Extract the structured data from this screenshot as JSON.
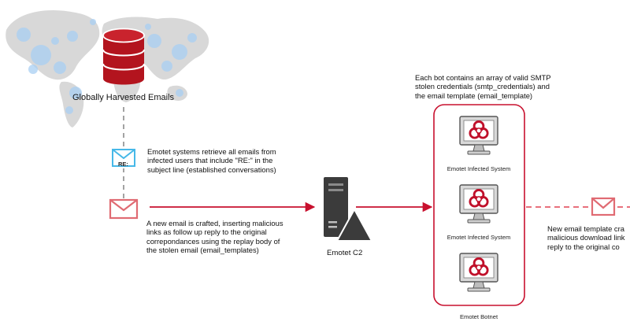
{
  "harvest": {
    "title": "Globally Harvested Emails"
  },
  "retrieve": {
    "re_tag": "RE:",
    "text": "Emotet systems retrieve all emails from\ninfected users that include \"RE:\" in the\nsubject line (established conversations)"
  },
  "craft": {
    "text": "A new email is crafted, inserting malicious\nlinks as follow up reply to the original\ncorrepondances using the replay body of\nthe stolen email (email_templates)"
  },
  "c2": {
    "label": "Emotet C2"
  },
  "botnet": {
    "note": "Each bot contains an array of valid SMTP\nstolen credentials (smtp_credentials) and\nthe email template (email_template)",
    "systems": [
      "Emotet Infected System",
      "Emotet Infected System"
    ],
    "label": "Emotet Botnet"
  },
  "outgoing": {
    "text": "New email template cra\nmalicious download link\nreply to the original co"
  },
  "colors": {
    "red": "#c8102e",
    "dashed_red": "#e04050",
    "envelope_red": "#e06b73",
    "envelope_blue": "#46b8e8",
    "db_red": "#b3141e",
    "server_dark": "#3b3b3b",
    "map_grey": "#d8d8d8",
    "map_dots": "#a9cff3"
  },
  "icons": [
    "world-map-icon",
    "database-icon",
    "envelope-re-icon",
    "envelope-icon",
    "server-icon",
    "warning-triangle-icon",
    "monitor-biohazard-icon"
  ]
}
